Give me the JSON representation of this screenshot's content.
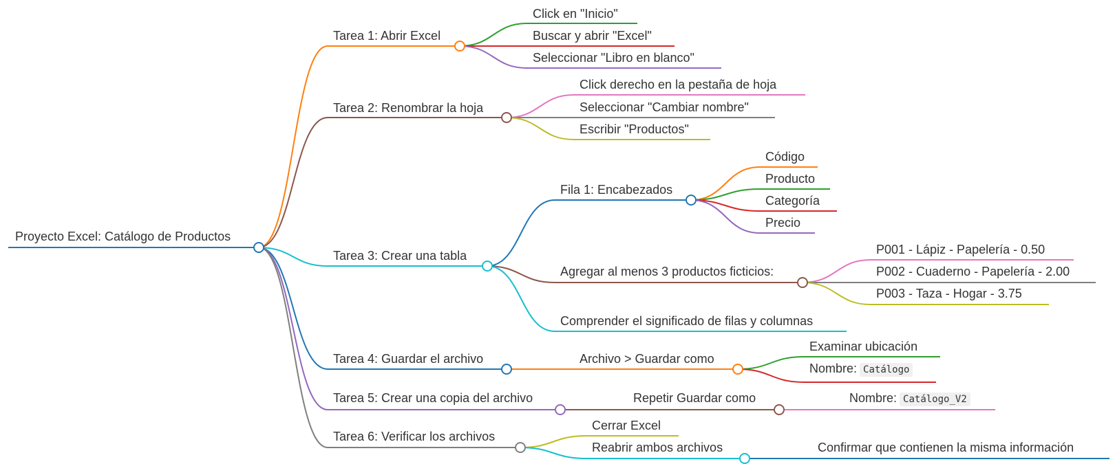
{
  "colors": {
    "blue": "#1f77b4",
    "orange": "#ff7f0e",
    "green": "#2ca02c",
    "red": "#d62728",
    "purple": "#9467bd",
    "brown": "#8c564b",
    "pink": "#e377c2",
    "gray": "#7f7f7f",
    "olive": "#bcbd22",
    "cyan": "#17becf"
  },
  "root": {
    "label": "Proyecto Excel: Catálogo de Productos",
    "color": "blue",
    "children": [
      {
        "label": "Tarea 1: Abrir Excel",
        "color": "orange",
        "children": [
          {
            "label": "Click en \"Inicio\"",
            "color": "green"
          },
          {
            "label": "Buscar y abrir \"Excel\"",
            "color": "red"
          },
          {
            "label": "Seleccionar \"Libro en blanco\"",
            "color": "purple"
          }
        ]
      },
      {
        "label": "Tarea 2: Renombrar la hoja",
        "color": "brown",
        "children": [
          {
            "label": "Click derecho en la pestaña de hoja",
            "color": "pink"
          },
          {
            "label": "Seleccionar \"Cambiar nombre\"",
            "color": "gray"
          },
          {
            "label": "Escribir \"Productos\"",
            "color": "olive"
          }
        ]
      },
      {
        "label": "Tarea 3: Crear una tabla",
        "color": "cyan",
        "children": [
          {
            "label": "Fila 1: Encabezados",
            "color": "blue",
            "children": [
              {
                "label": "Código",
                "color": "orange"
              },
              {
                "label": "Producto",
                "color": "green"
              },
              {
                "label": "Categoría",
                "color": "red"
              },
              {
                "label": "Precio",
                "color": "purple"
              }
            ]
          },
          {
            "label": "Agregar al menos 3 productos ficticios:",
            "color": "brown",
            "children": [
              {
                "label": "P001 - Lápiz - Papelería - 0.50",
                "color": "pink"
              },
              {
                "label": "P002 - Cuaderno - Papelería - 2.00",
                "color": "gray"
              },
              {
                "label": "P003 - Taza - Hogar - 3.75",
                "color": "olive"
              }
            ]
          },
          {
            "label": "Comprender el significado de filas y columnas",
            "color": "cyan"
          }
        ]
      },
      {
        "label": "Tarea 4: Guardar el archivo",
        "color": "blue",
        "children": [
          {
            "label": "Archivo > Guardar como",
            "color": "orange",
            "children": [
              {
                "label": "Examinar ubicación",
                "color": "green"
              },
              {
                "label": "Nombre:",
                "code": "Catálogo",
                "color": "red"
              }
            ]
          }
        ]
      },
      {
        "label": "Tarea 5: Crear una copia del archivo",
        "color": "purple",
        "children": [
          {
            "label": "Repetir Guardar como",
            "color": "brown",
            "children": [
              {
                "label": "Nombre:",
                "code": "Catálogo_V2",
                "color": "pink"
              }
            ]
          }
        ]
      },
      {
        "label": "Tarea 6: Verificar los archivos",
        "color": "gray",
        "children": [
          {
            "label": "Cerrar Excel",
            "color": "olive"
          },
          {
            "label": "Reabrir ambos archivos",
            "color": "cyan",
            "children": [
              {
                "label": "Confirmar que contienen la misma información",
                "color": "blue"
              }
            ]
          }
        ]
      }
    ]
  }
}
